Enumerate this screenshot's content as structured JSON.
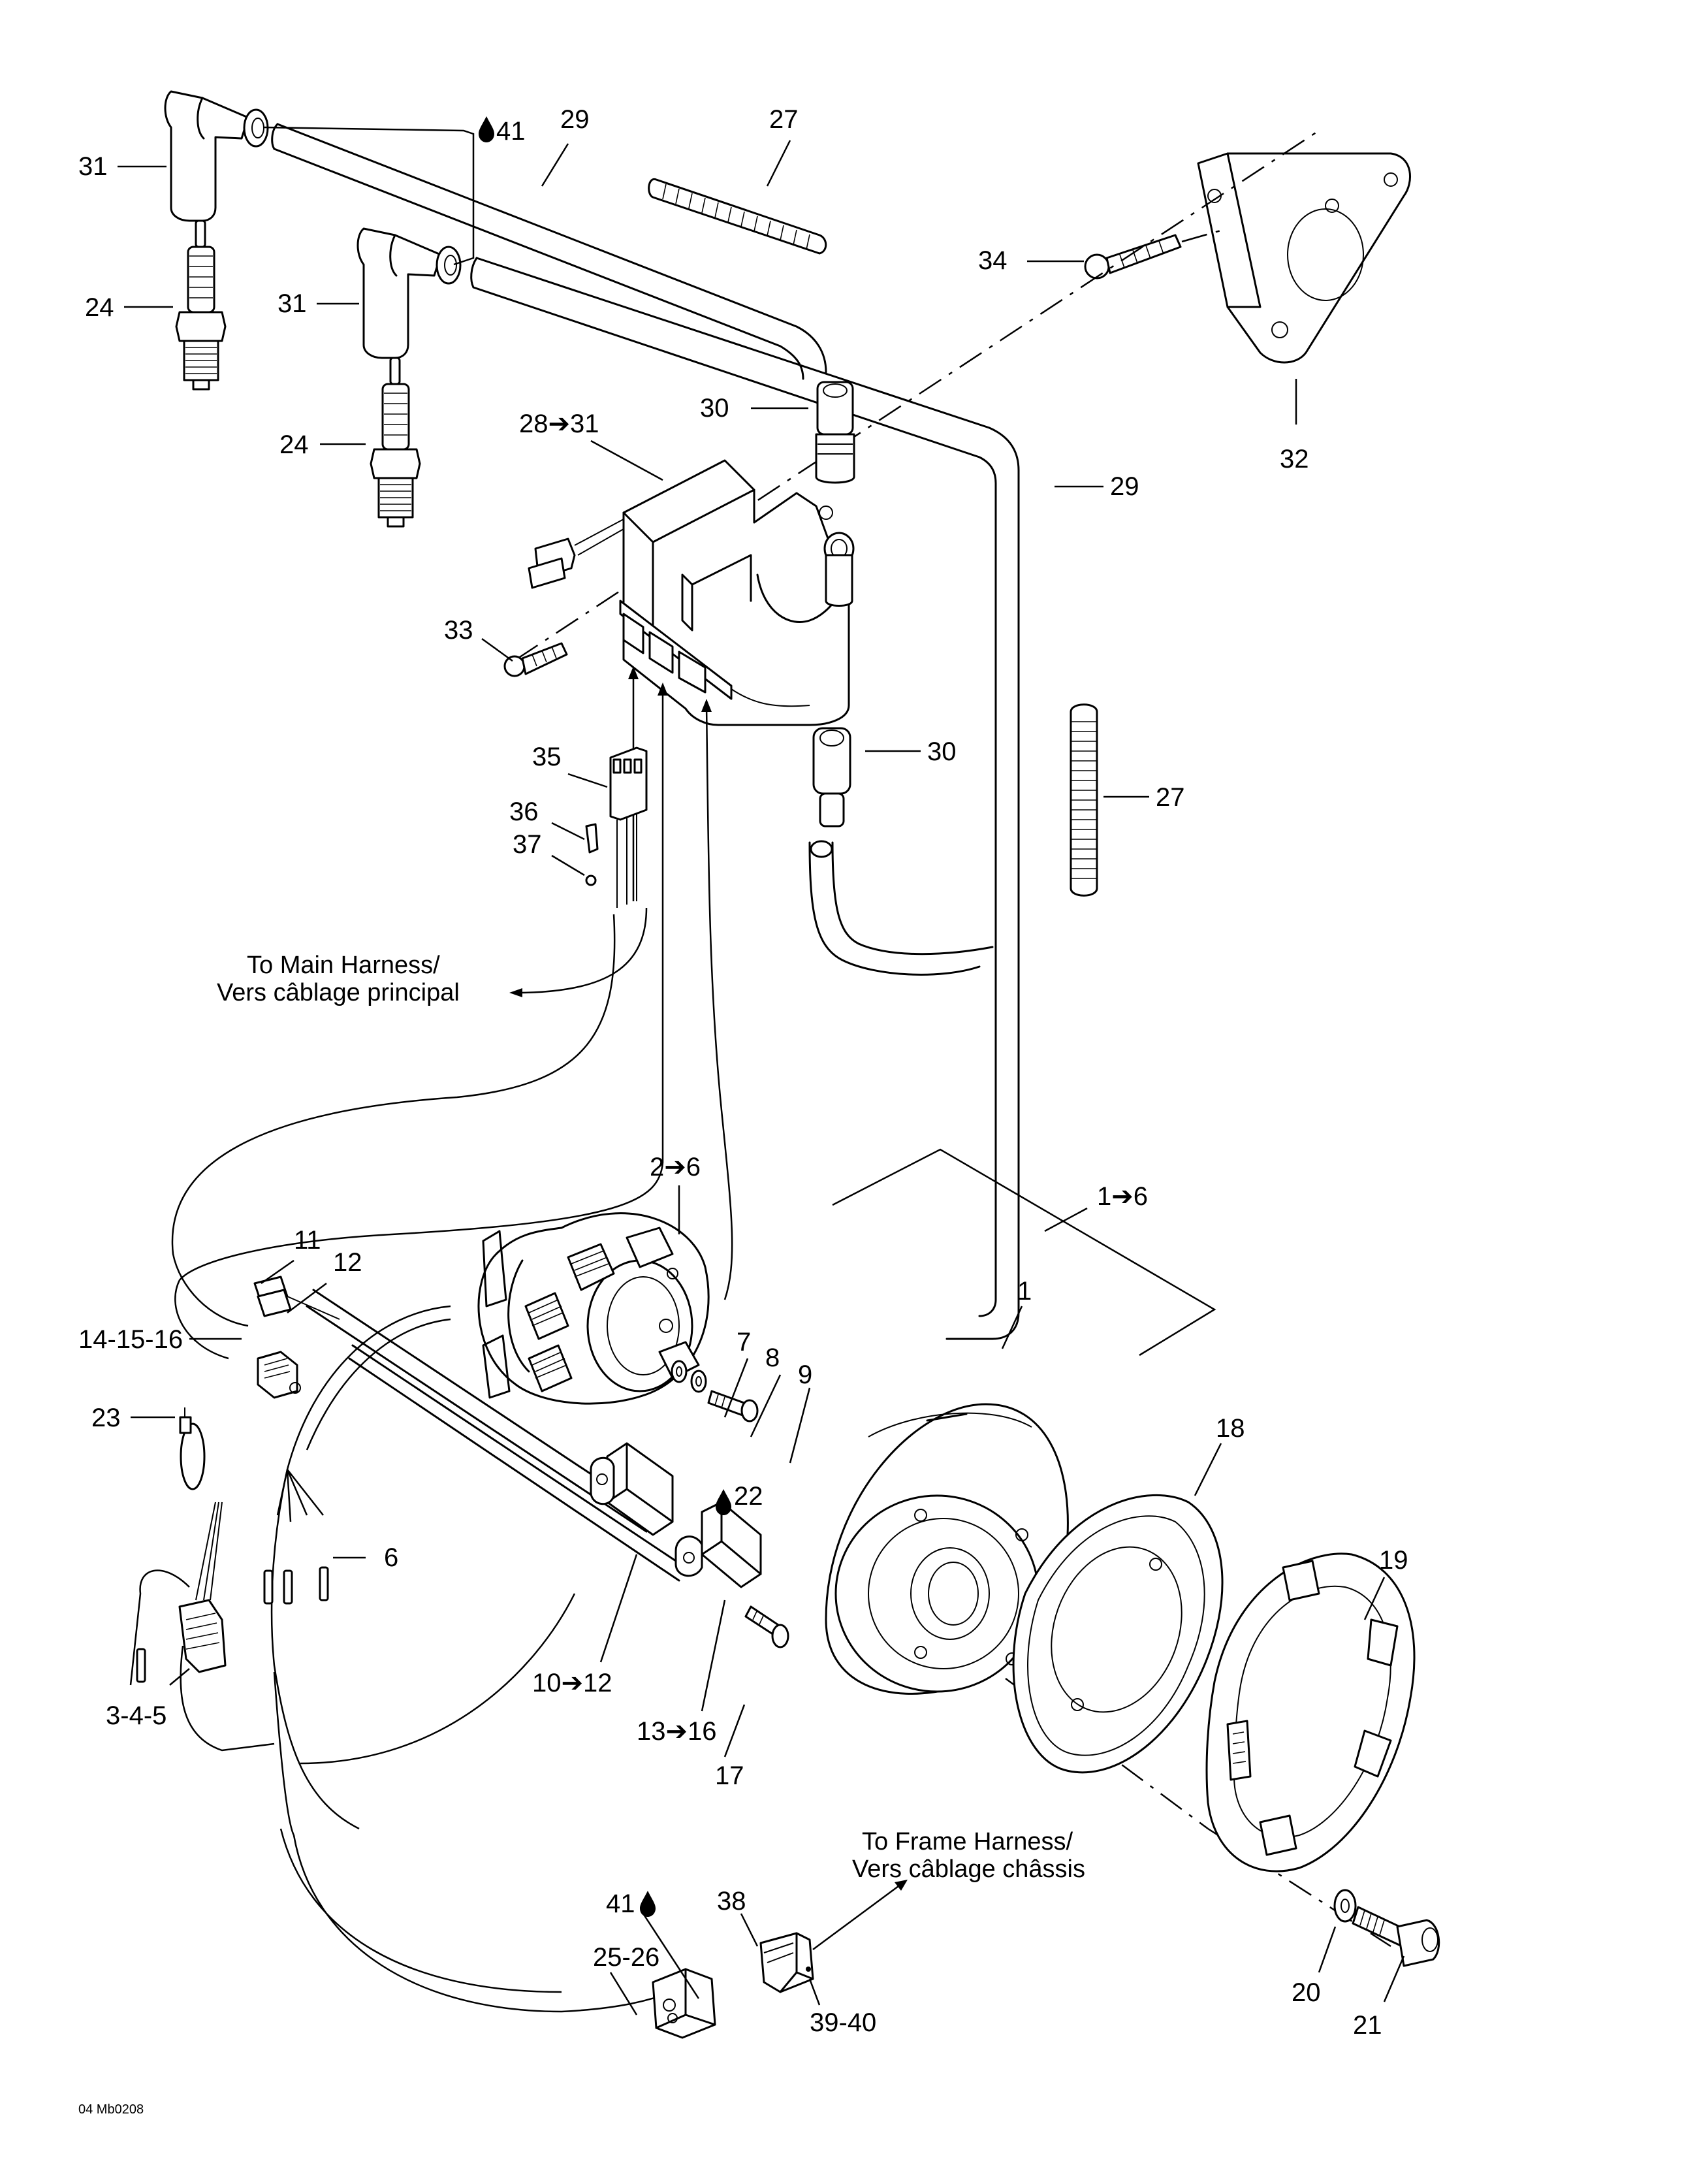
{
  "diagram": {
    "title": "Ignition / magneto exploded parts diagram",
    "figure_code": "04 Mb0208",
    "callouts": {
      "c31a": "31",
      "c31b": "31",
      "c24a": "24",
      "c24b": "24",
      "c41top": "41",
      "c29top": "29",
      "c27top": "27",
      "c34": "34",
      "c32": "32",
      "c30top": "30",
      "c28_31": "28➔31",
      "c29right": "29",
      "c33": "33",
      "c30bottom": "30",
      "c27right": "27",
      "c35": "35",
      "c36": "36",
      "c37": "37",
      "c2_6": "2➔6",
      "c1_6": "1➔6",
      "c11": "11",
      "c12": "12",
      "c14_15_16": "14-15-16",
      "c7": "7",
      "c8": "8",
      "c9": "9",
      "c1": "1",
      "c18": "18",
      "c23": "23",
      "c22": "22",
      "c6": "6",
      "c19": "19",
      "c3_4_5": "3-4-5",
      "c10_12": "10➔12",
      "c13_16": "13➔16",
      "c17": "17",
      "c41bottom": "41",
      "c38": "38",
      "c25_26": "25-26",
      "c39_40": "39-40",
      "c20": "20",
      "c21": "21"
    },
    "notes": {
      "main_harness_en": "To Main Harness/",
      "main_harness_fr": "Vers câblage principal",
      "frame_harness_en": "To Frame Harness/",
      "frame_harness_fr": "Vers câblage châssis"
    },
    "icons": {
      "lubricant": "drop-icon"
    }
  }
}
